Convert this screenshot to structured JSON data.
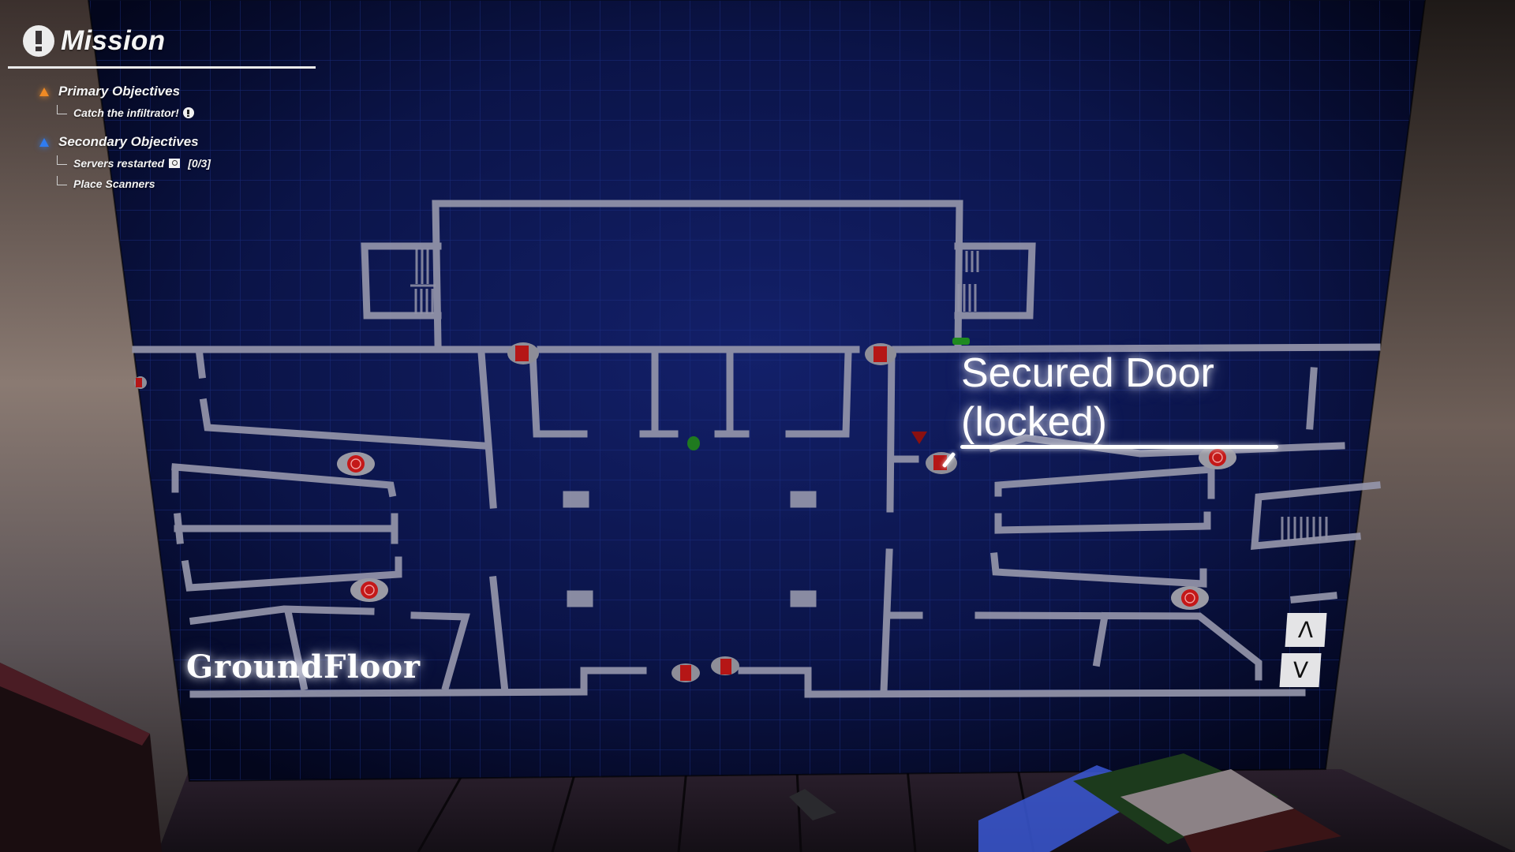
{
  "mission": {
    "title": "Mission",
    "title_icon": "alert-circle-icon",
    "primary": {
      "label": "Primary Objectives",
      "color": "#f08a24",
      "items": [
        {
          "label": "Catch the infiltrator!",
          "icon": "alert-circle-icon"
        }
      ]
    },
    "secondary": {
      "label": "Secondary Objectives",
      "color": "#2f7cf0",
      "items": [
        {
          "label": "Servers restarted",
          "icon": "server-icon",
          "progress": "[0/3]"
        },
        {
          "label": "Place Scanners"
        }
      ]
    }
  },
  "map": {
    "tooltip": {
      "line1": "Secured Door",
      "line2": "(locked)"
    },
    "floor_name": "GroundFloor",
    "floor_up_label": "Λ",
    "floor_down_label": "V",
    "colors": {
      "board": "#0b1446",
      "grid": "#1b2c7a",
      "walls": "#8e8fa4",
      "door": "#b81616",
      "marker": "#c31919",
      "player": "#1f8a1f"
    }
  }
}
